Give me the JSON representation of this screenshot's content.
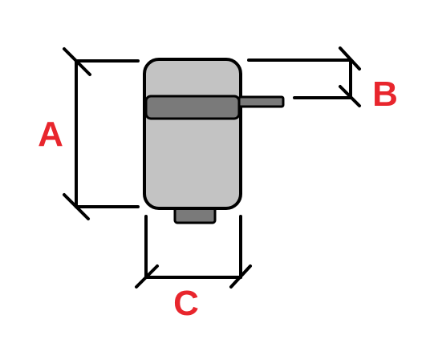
{
  "diagram": {
    "labels": {
      "a": "A",
      "b": "B",
      "c": "C"
    },
    "colors": {
      "label": "#e8262d",
      "line": "#000000",
      "body_fill": "#c3c3c3",
      "body_stroke": "#000000",
      "band_fill": "#7a7a7a",
      "shaft_fill": "#7a7a7a",
      "base_fill": "#7a7a7a",
      "background": "#ffffff"
    }
  }
}
